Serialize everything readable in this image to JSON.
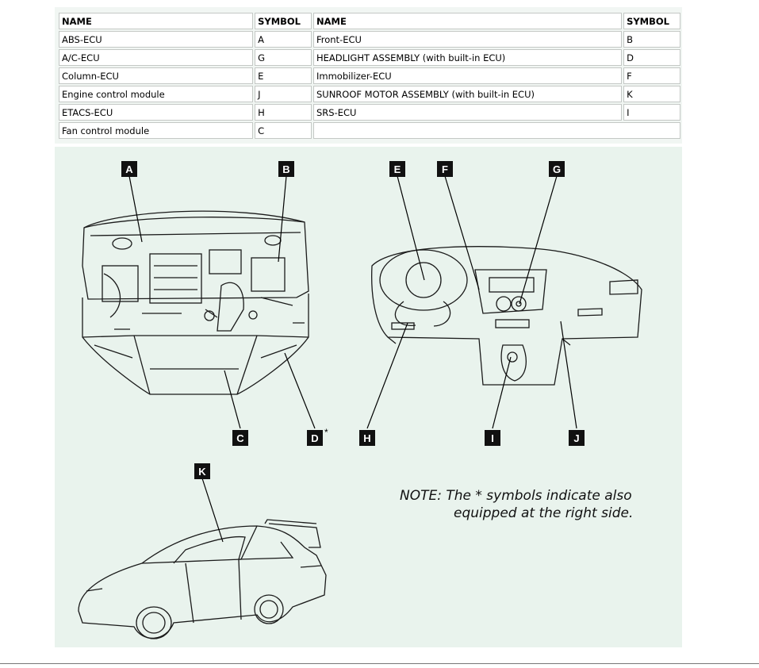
{
  "table": {
    "headers": [
      "NAME",
      "SYMBOL",
      "NAME",
      "SYMBOL"
    ],
    "rows": [
      [
        "ABS-ECU",
        "A",
        "Front-ECU",
        "B"
      ],
      [
        "A/C-ECU",
        "G",
        "HEADLIGHT ASSEMBLY (with built-in ECU)",
        "D"
      ],
      [
        "Column-ECU",
        "E",
        "Immobilizer-ECU",
        "F"
      ],
      [
        "Engine control module",
        "J",
        "SUNROOF MOTOR ASSEMBLY (with built-in ECU)",
        "K"
      ],
      [
        "ETACS-ECU",
        "H",
        "SRS-ECU",
        "I"
      ],
      [
        "Fan control module",
        "C",
        "",
        ""
      ]
    ]
  },
  "callouts": {
    "A": "A",
    "B": "B",
    "C": "C",
    "D": "D",
    "D_star": "*",
    "E": "E",
    "F": "F",
    "G": "G",
    "H": "H",
    "I": "I",
    "J": "J",
    "K": "K"
  },
  "note": {
    "line1": "NOTE: The * symbols indicate also",
    "line2": "equipped at the right side."
  },
  "colors": {
    "figure_bg": "#e9f3ed",
    "legend_bg": "#f1f6f3",
    "callout": "#111111"
  }
}
